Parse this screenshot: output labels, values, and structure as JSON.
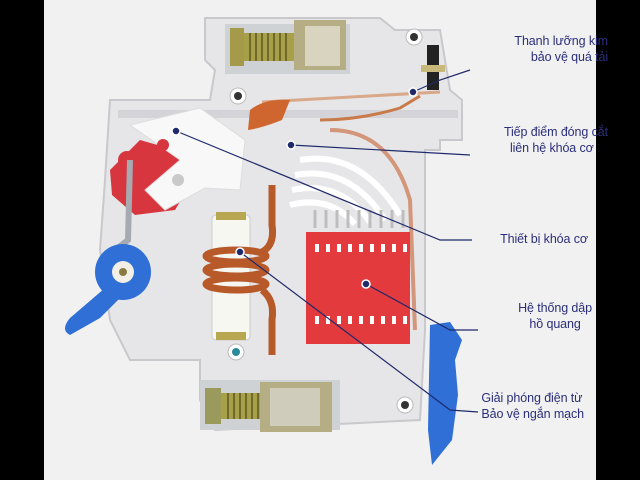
{
  "diagram": {
    "subject": "Cutaway of a miniature circuit breaker (MCB)",
    "colors": {
      "background": "#f1f1f1",
      "letterbox": "#000000",
      "label_text": "#2b2f7a",
      "leader_line": "#1f2a6b",
      "housing": "#e4e4e6",
      "arc_chute": "#e23a3d",
      "handle": "#2f6fd6",
      "copper": "#c0652e"
    },
    "labels": [
      {
        "id": "bimetal",
        "line1": "Thanh lưỡng kim",
        "line2": "bảo vệ quá tải"
      },
      {
        "id": "contact",
        "line1": "Tiếp điểm đóng cắt",
        "line2": "liên hệ khóa cơ"
      },
      {
        "id": "lock",
        "line1": "Thiết bị khóa cơ"
      },
      {
        "id": "arc",
        "line1": "Hệ thống dập",
        "line2": "hồ quang"
      },
      {
        "id": "magnetic",
        "line1": "Giải phóng điện từ",
        "line2": "Bảo vệ ngắn mạch"
      }
    ]
  }
}
